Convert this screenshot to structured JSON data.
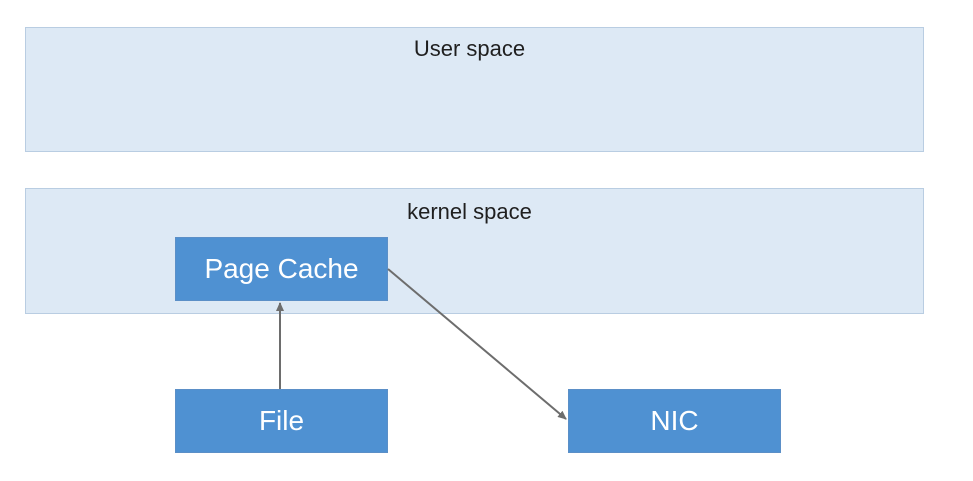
{
  "diagram": {
    "user_space": {
      "label": "User space"
    },
    "kernel_space": {
      "label": "kernel space"
    },
    "nodes": {
      "page_cache": {
        "label": "Page Cache"
      },
      "file": {
        "label": "File"
      },
      "nic": {
        "label": "NIC"
      }
    },
    "edges": [
      {
        "from": "file",
        "to": "page_cache"
      },
      {
        "from": "page_cache",
        "to": "nic"
      }
    ]
  },
  "colors": {
    "region_fill": "#dde9f5",
    "node_fill": "#4f91d2",
    "arrow": "#6d6d6d"
  }
}
